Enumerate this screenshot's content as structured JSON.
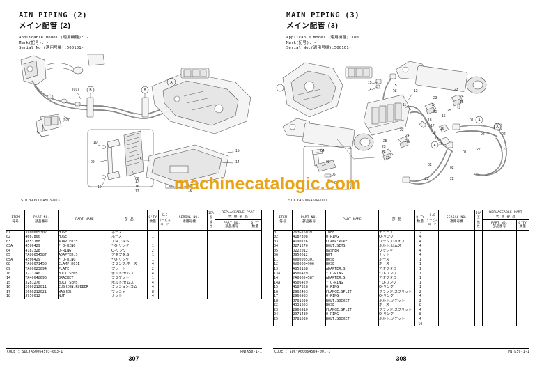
{
  "document": {
    "watermark": "machinecatalogic.com",
    "watermark_color": "#e8a317"
  },
  "pages": [
    {
      "id": "page-left",
      "title_en": "AIN PIPING  (2)",
      "title_jp": "メイン配管  (2)",
      "meta": {
        "applicable_model": "Applicable Model  (適用機種): -",
        "mark": "Mark(記号): -",
        "serial_no": "Serial No.(適用号機):500101-"
      },
      "drawing_code": "SDCYA60064503-003",
      "drawing_labels": [
        "(01)",
        "(02)",
        "B",
        "B",
        "A",
        "01",
        "04",
        "05",
        "09",
        "10",
        "08",
        "14",
        "15",
        "15",
        "16",
        "17",
        "18",
        "A"
      ],
      "table": {
        "headers": {
          "item": [
            "ITEM",
            "符号"
          ],
          "part_no": [
            "PART NO.",
            "部品番号"
          ],
          "part_name": "PART NAME",
          "part_name_jp": "部  品  名",
          "qty": [
            "Q'TY",
            "数量"
          ],
          "sc": [
            "S.C",
            "サービス",
            "コード"
          ],
          "serial_no": [
            "SERIAL NO.",
            "適用号機"
          ],
          "ica": [
            "ICA",
            "互",
            "換",
            "性"
          ],
          "replaceable": "REPLACEABLE  PART",
          "replaceable_jp": "代 替 部 品",
          "rep_part_no": [
            "PART NO.",
            "部品番号"
          ],
          "rep_qty": [
            "Q'TY",
            "数量"
          ]
        },
        "rows": [
          {
            "item": "01",
            "part_no": "XV00005302",
            "part_name": "HOSE",
            "part_name_jp": "ホース",
            "qty": "1"
          },
          {
            "item": "02",
            "part_no": "4667800",
            "part_name": "HOSE",
            "part_name_jp": "ホース",
            "qty": "1"
          },
          {
            "item": "03",
            "part_no": "A853188",
            "part_name": "ADAPTER:S",
            "part_name_jp": "アダプタ:S",
            "qty": "1"
          },
          {
            "item": "03A",
            "part_no": "4506429",
            "part_name": "* O-RING",
            "part_name_jp": "* O-リング",
            "qty": "1"
          },
          {
            "item": "04",
            "part_no": "4187328",
            "part_name": "O-RING",
            "part_name_jp": "O-リング",
            "qty": "2"
          },
          {
            "item": "05",
            "part_no": "YA00054587",
            "part_name": "ADAPTER:S",
            "part_name_jp": "アダプタ:S",
            "qty": "1"
          },
          {
            "item": "05A",
            "part_no": "4506429",
            "part_name": "* O-RING",
            "part_name_jp": "* O-リング",
            "qty": "1"
          },
          {
            "item": "08",
            "part_no": "YA00071450",
            "part_name": "CLAMP:HOSE",
            "part_name_jp": "クランプ:ホース",
            "qty": "4"
          },
          {
            "item": "09",
            "part_no": "YA00023094",
            "part_name": "PLATE",
            "part_name_jp": "プレート",
            "qty": "2"
          },
          {
            "item": "10",
            "part_no": "J271240",
            "part_name": "BOLT:SEMS",
            "part_name_jp": "ボルト:セムス",
            "qty": "4"
          },
          {
            "item": "14",
            "part_no": "YA40048696",
            "part_name": "BRACKET",
            "part_name_jp": "ブラケット",
            "qty": "1"
          },
          {
            "item": "15",
            "part_no": "J281270",
            "part_name": "BOLT:SEMS",
            "part_name_jp": "ボルト:セムス",
            "qty": "4"
          },
          {
            "item": "16",
            "part_no": "2660212011",
            "part_name": "CUSHION:RUBBER",
            "part_name_jp": "クッション:ゴム",
            "qty": "4"
          },
          {
            "item": "17",
            "part_no": "2660212021",
            "part_name": "WASHER",
            "part_name_jp": "ワッシャ",
            "qty": "8"
          },
          {
            "item": "18",
            "part_no": "J950012",
            "part_name": "NUT",
            "part_name_jp": "ナット",
            "qty": "4"
          }
        ]
      },
      "footer": {
        "code": "CODE : SDCYA60064503-003-1",
        "right": "PNTK50-1-1",
        "page_number": "307"
      }
    },
    {
      "id": "page-right",
      "title_en": "MAIN PIPING  (3)",
      "title_jp": "メイン配管  (3)",
      "meta": {
        "applicable_model": "Applicable Model  (適用機種):180",
        "mark": "Mark(記号): -",
        "serial_no": "Serial No.(適用号機):500101-"
      },
      "drawing_code": "SDCYA60064504-001",
      "drawing_labels": [
        "01",
        "01",
        "02",
        "02",
        "02",
        "02",
        "03",
        "04",
        "05",
        "06",
        "11",
        "12",
        "13",
        "14",
        "15",
        "15",
        "16",
        "16",
        "16",
        "17",
        "17",
        "18",
        "18",
        "18",
        "22",
        "22",
        "22",
        "22",
        "23",
        "23",
        "23",
        "24",
        "24",
        "24",
        "25",
        "25",
        "25",
        "25",
        "25",
        "A",
        "A",
        "A"
      ],
      "table": {
        "headers": {
          "item": [
            "ITEM",
            "符号"
          ],
          "part_no": [
            "PART NO.",
            "部品番号"
          ],
          "part_name": "PART NAME",
          "part_name_jp": "部  品  名",
          "qty": [
            "Q'TY",
            "数量"
          ],
          "sc": [
            "S.C",
            "サービス",
            "コード"
          ],
          "serial_no": [
            "SERIAL NO.",
            "適用号機"
          ],
          "ica": [
            "ICA",
            "互",
            "換",
            "性"
          ],
          "replaceable": "REPLACEABLE  PART",
          "replaceable_jp": "代 替 部 品",
          "rep_part_no": [
            "PART NO.",
            "部品番号"
          ],
          "rep_qty": [
            "Q'TY",
            "数量"
          ]
        },
        "rows": [
          {
            "item": "01",
            "part_no": "263G760391",
            "part_name": "TUBE",
            "part_name_jp": "チューブ",
            "qty": "2"
          },
          {
            "item": "02",
            "part_no": "4187308",
            "part_name": "O-RING",
            "part_name_jp": "O-リング",
            "qty": "4"
          },
          {
            "item": "03",
            "part_no": "4190126",
            "part_name": "CLAMP:PIPE",
            "part_name_jp": "クランプ:パイプ",
            "qty": "4"
          },
          {
            "item": "04",
            "part_no": "J271270",
            "part_name": "BOLT:SEMS",
            "part_name_jp": "ボルト:セムス",
            "qty": "4"
          },
          {
            "item": "05",
            "part_no": "J222012",
            "part_name": "WASHER",
            "part_name_jp": "ワッシャ",
            "qty": "4"
          },
          {
            "item": "06",
            "part_no": "J950012",
            "part_name": "NUT",
            "part_name_jp": "ナット",
            "qty": "4"
          },
          {
            "item": "11",
            "part_no": "XV00005301",
            "part_name": "HOSE",
            "part_name_jp": "ホース",
            "qty": "1"
          },
          {
            "item": "12",
            "part_no": "XV00004906",
            "part_name": "HOSE",
            "part_name_jp": "ホース",
            "qty": "1"
          },
          {
            "item": "13",
            "part_no": "A853188",
            "part_name": "ADAPTER:S",
            "part_name_jp": "アダプタ:S",
            "qty": "1"
          },
          {
            "item": "13A",
            "part_no": "4506429",
            "part_name": "* O-RING",
            "part_name_jp": "* O-リング",
            "qty": "1"
          },
          {
            "item": "14",
            "part_no": "YA00054587",
            "part_name": "ADAPTER:S",
            "part_name_jp": "アダプタ:S",
            "qty": "1"
          },
          {
            "item": "14A",
            "part_no": "4506429",
            "part_name": "* O-RING",
            "part_name_jp": "* O-リング",
            "qty": "1"
          },
          {
            "item": "15",
            "part_no": "4187328",
            "part_name": "O-RING",
            "part_name_jp": "O-リング",
            "qty": "1"
          },
          {
            "item": "16",
            "part_no": "2962453",
            "part_name": "FLANGE:SPLIT",
            "part_name_jp": "フランジ:スプリット",
            "qty": "2"
          },
          {
            "item": "17",
            "part_no": "2966983",
            "part_name": "O-RING",
            "part_name_jp": "O-リング",
            "qty": "4"
          },
          {
            "item": "18",
            "part_no": "J781030",
            "part_name": "BOLT:SOCKET",
            "part_name_jp": "ボルト:ソケット",
            "qty": "2"
          },
          {
            "item": "22",
            "part_no": "4331603",
            "part_name": "HOSE",
            "part_name_jp": "ホース",
            "qty": "8"
          },
          {
            "item": "23",
            "part_no": "2966910",
            "part_name": "FLANGE:SPLIT",
            "part_name_jp": "フランジ:スプリット",
            "qty": "4"
          },
          {
            "item": "24",
            "part_no": "2971489",
            "part_name": "O-RING",
            "part_name_jp": "O-リング",
            "qty": "8"
          },
          {
            "item": "25",
            "part_no": "J781030",
            "part_name": "BOLT:SOCKET",
            "part_name_jp": "ボルト:ソケット",
            "qty": "4"
          },
          {
            "item": "",
            "part_no": "",
            "part_name": "",
            "part_name_jp": "",
            "qty": "16"
          }
        ]
      },
      "footer": {
        "code": "CODE : SDCYA60064504-001-1",
        "right": "PNTK50-1-1",
        "page_number": "308"
      }
    }
  ]
}
